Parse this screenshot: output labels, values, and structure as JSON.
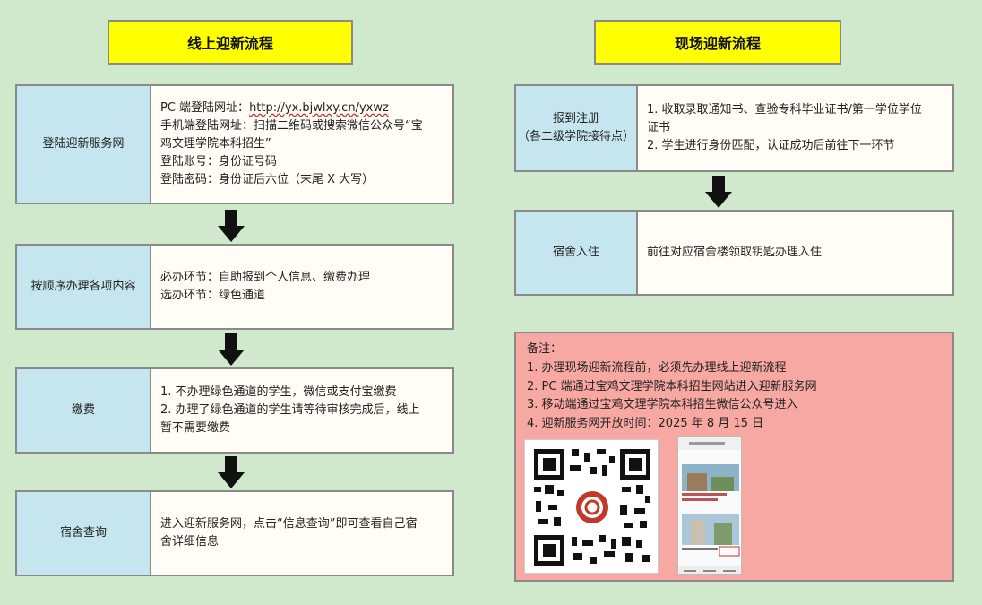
{
  "left": {
    "title": "线上迎新流程",
    "steps": [
      {
        "label": "登陆迎新服务网",
        "lines": [
          "PC 端登陆网址：",
          "http://yx.bjwlxy.cn/yxwz",
          "手机端登陆网址：扫描二维码或搜索微信公众号“宝",
          "鸡文理学院本科招生”",
          "登陆账号：身份证号码",
          "登陆密码：身份证后六位（末尾 X 大写）"
        ]
      },
      {
        "label": "按顺序办理各项内容",
        "lines": [
          "必办环节：自助报到个人信息、缴费办理",
          "选办环节：绿色通道"
        ]
      },
      {
        "label": "缴费",
        "lines": [
          "1.  不办理绿色通道的学生，微信或支付宝缴费",
          "2.  办理了绿色通道的学生请等待审核完成后，线上",
          "暂不需要缴费"
        ]
      },
      {
        "label": "宿舍查询",
        "lines": [
          "进入迎新服务网，点击“信息查询”即可查看自己宿",
          "舍详细信息"
        ]
      }
    ]
  },
  "right": {
    "title": "现场迎新流程",
    "steps": [
      {
        "label_line1": "报到注册",
        "label_line2": "（各二级学院接待点）",
        "lines": [
          "1.  收取录取通知书、查验专科毕业证书/第一学位学位",
          "证书",
          "2.  学生进行身份匹配，认证成功后前往下一环节"
        ]
      },
      {
        "label": "宿舍入住",
        "lines": [
          "前往对应宿舍楼领取钥匙办理入住"
        ]
      }
    ],
    "note": {
      "title": "备注：",
      "lines": [
        "1.  办理现场迎新流程前，必须先办理线上迎新流程",
        "2.  PC 端通过宝鸡文理学院本科招生网站进入迎新服务网",
        "3.  移动端通过宝鸡文理学院本科招生微信公众号进入",
        "4.  迎新服务网开放时间：2025 年 8 月 15 日"
      ]
    }
  },
  "colors": {
    "background": "#d0e8cc",
    "header": "#ffff00",
    "label_cell": "#c5e6ef",
    "content_cell": "#fffdf5",
    "note": "#f8a8a2",
    "border": "#8a8a8a"
  },
  "icons": [
    "down-arrow-icon",
    "qr-code-image",
    "phone-screenshot-image"
  ]
}
